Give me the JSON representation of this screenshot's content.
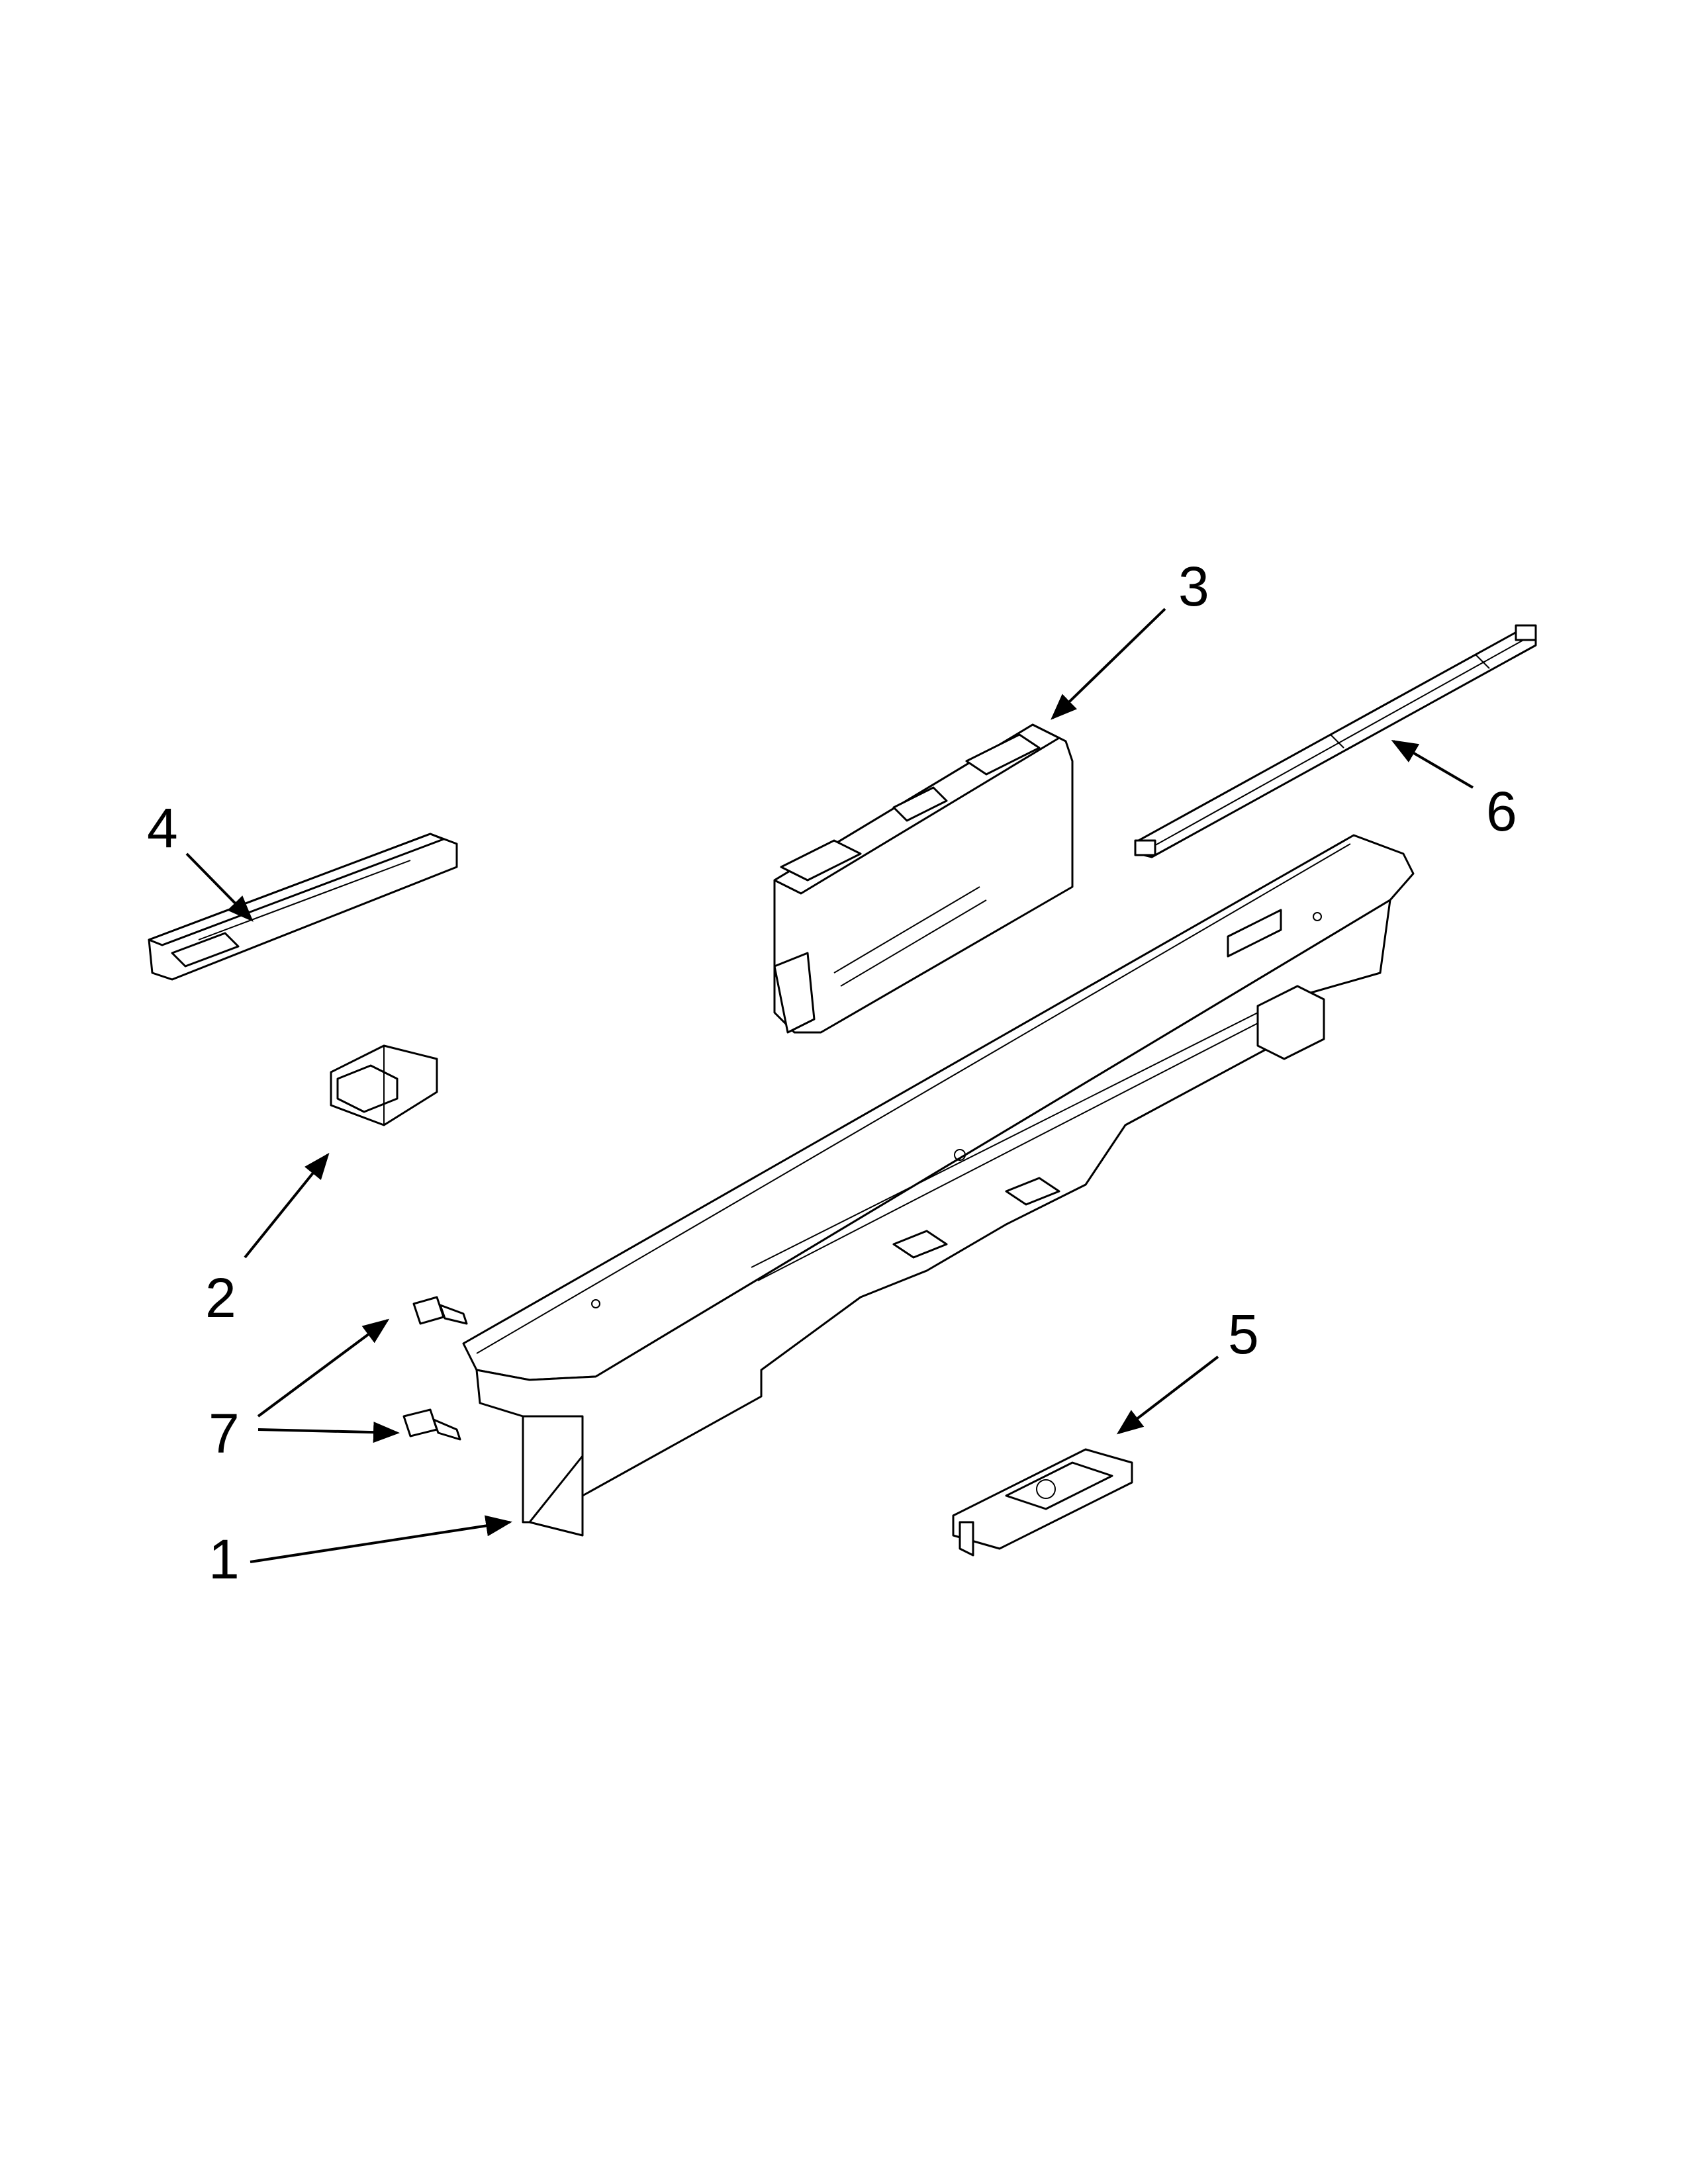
{
  "diagram": {
    "type": "exploded-parts-view",
    "callouts": [
      {
        "id": "1",
        "label": "1",
        "part": "control-panel-console"
      },
      {
        "id": "2",
        "label": "2",
        "part": "bracket-clip"
      },
      {
        "id": "3",
        "label": "3",
        "part": "control-board"
      },
      {
        "id": "4",
        "label": "4",
        "part": "user-interface-strip"
      },
      {
        "id": "5",
        "label": "5",
        "part": "door-latch"
      },
      {
        "id": "6",
        "label": "6",
        "part": "wire-harness"
      },
      {
        "id": "7",
        "label": "7",
        "part": "screws"
      }
    ],
    "colors": {
      "line": "#000000",
      "background": "#ffffff"
    }
  }
}
